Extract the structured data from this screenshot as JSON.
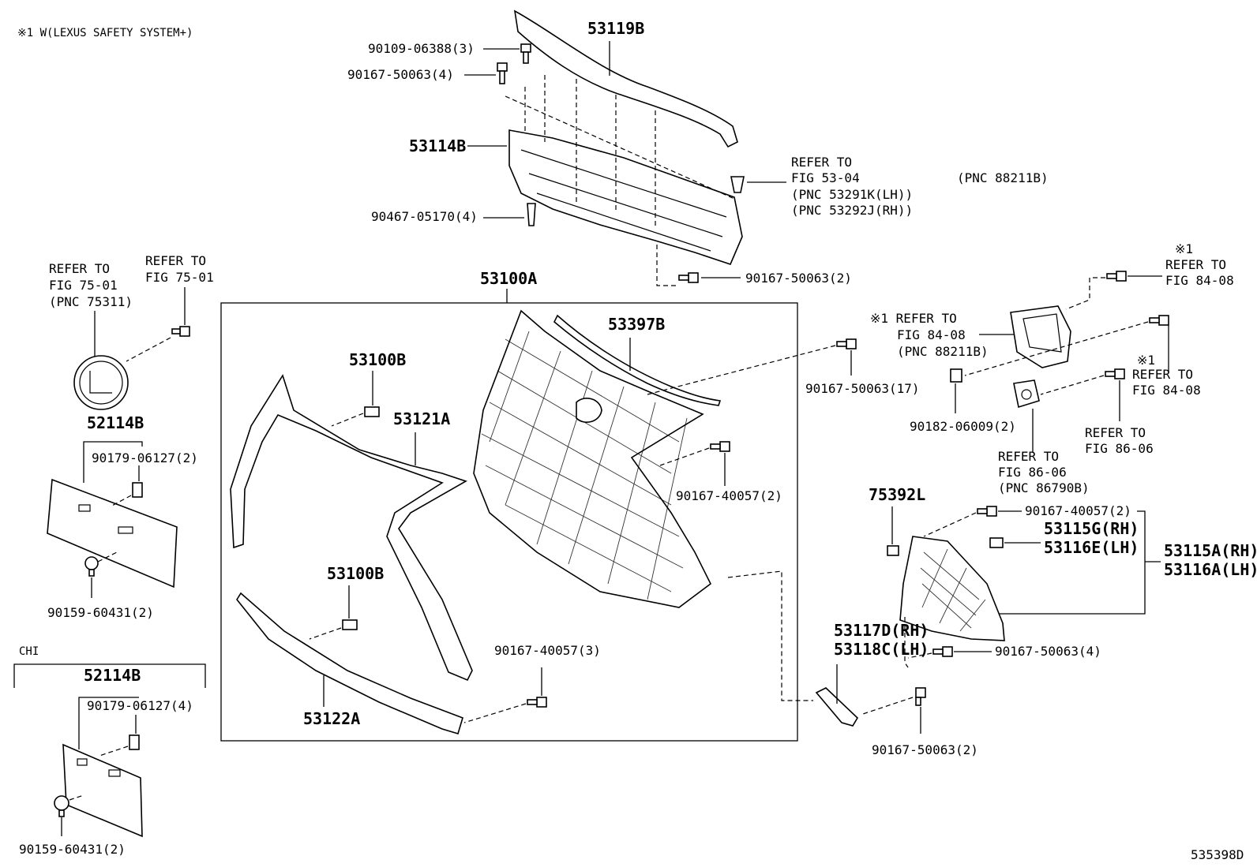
{
  "header_note": "※1 W(LEXUS SAFETY SYSTEM+)",
  "figure_id": "535398D",
  "chi_label": "CHI",
  "labels": {
    "p53119B": "53119B",
    "p90109_06388": "90109-06388(3)",
    "p90167_50063_4a": "90167-50063(4)",
    "p53114B": "53114B",
    "p90467_05170": "90467-05170(4)",
    "refer_53_04": [
      "REFER TO",
      "FIG 53-04",
      "(PNC 53291K(LH))",
      "(PNC 53292J(RH))"
    ],
    "pnc_88211B_top": "(PNC 88211B)",
    "p90167_50063_2a": "90167-50063(2)",
    "refer_75_01_left": [
      "REFER TO",
      "FIG 75-01",
      "(PNC 75311)"
    ],
    "refer_75_01_right": [
      "REFER TO",
      "FIG 75-01"
    ],
    "p53100A": "53100A",
    "p53397B": "53397B",
    "p53100B_top": "53100B",
    "p53121A": "53121A",
    "p53100B_bot": "53100B",
    "p53122A": "53122A",
    "p90167_40057_2a": "90167-40057(2)",
    "p90167_40057_3": "90167-40057(3)",
    "p90167_50063_17": "90167-50063(17)",
    "refer_84_08_a": [
      "※1",
      "REFER TO",
      "FIG 84-08"
    ],
    "refer_84_08_b": [
      "※1 REFER TO",
      "FIG 84-08",
      "(PNC 88211B)"
    ],
    "refer_84_08_c": [
      "※1",
      "REFER TO",
      "FIG 84-08"
    ],
    "p90182_06009": "90182-06009(2)",
    "refer_86_06_a": [
      "REFER TO",
      "FIG 86-06"
    ],
    "refer_86_06_b": [
      "REFER TO",
      "FIG 86-06",
      "(PNC 86790B)"
    ],
    "p75392L": "75392L",
    "p90167_40057_2b": "90167-40057(2)",
    "p53115G": "53115G(RH)",
    "p53116E": "53116E(LH)",
    "p53115A": "53115A(RH)",
    "p53116A": "53116A(LH)",
    "p53117D": "53117D(RH)",
    "p53118C": "53118C(LH)",
    "p90167_50063_4b": "90167-50063(4)",
    "p90167_50063_2b": "90167-50063(2)",
    "p52114B_top": "52114B",
    "p90179_06127_2": "90179-06127(2)",
    "p90159_60431_top": "90159-60431(2)",
    "p52114B_bot": "52114B",
    "p90179_06127_4": "90179-06127(4)",
    "p90159_60431_bot": "90159-60431(2)"
  }
}
